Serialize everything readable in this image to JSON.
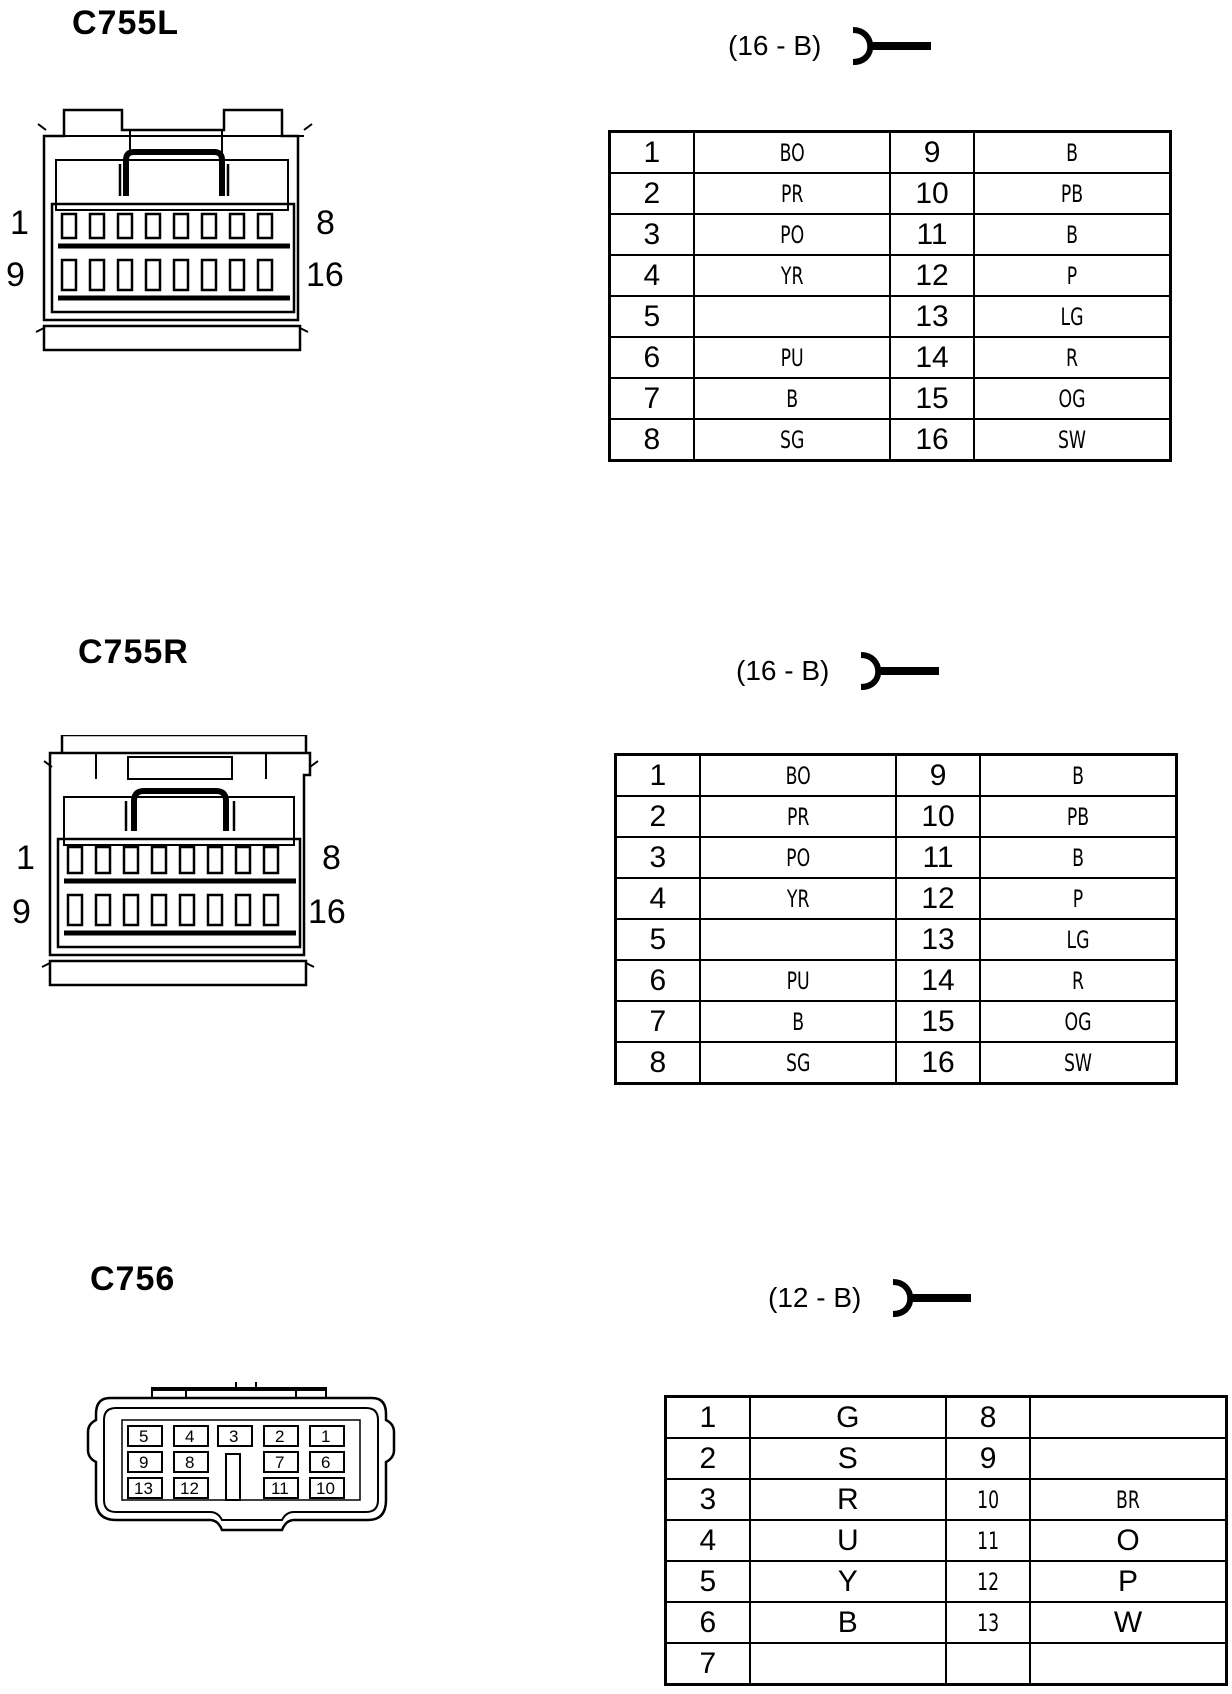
{
  "connectors": [
    {
      "name": "C755L",
      "spec": "(16 - B)",
      "side_labels": {
        "top_left": "1",
        "top_right": "8",
        "bottom_left": "9",
        "bottom_right": "16"
      },
      "pins": [
        [
          "1",
          "BO",
          "9",
          "B"
        ],
        [
          "2",
          "PR",
          "10",
          "PB"
        ],
        [
          "3",
          "PO",
          "11",
          "B"
        ],
        [
          "4",
          "YR",
          "12",
          "P"
        ],
        [
          "5",
          "",
          "13",
          "LG"
        ],
        [
          "6",
          "PU",
          "14",
          "R"
        ],
        [
          "7",
          "B",
          "15",
          "OG"
        ],
        [
          "8",
          "SG",
          "16",
          "SW"
        ]
      ]
    },
    {
      "name": "C755R",
      "spec": "(16 - B)",
      "side_labels": {
        "top_left": "1",
        "top_right": "8",
        "bottom_left": "9",
        "bottom_right": "16"
      },
      "pins": [
        [
          "1",
          "BO",
          "9",
          "B"
        ],
        [
          "2",
          "PR",
          "10",
          "PB"
        ],
        [
          "3",
          "PO",
          "11",
          "B"
        ],
        [
          "4",
          "YR",
          "12",
          "P"
        ],
        [
          "5",
          "",
          "13",
          "LG"
        ],
        [
          "6",
          "PU",
          "14",
          "R"
        ],
        [
          "7",
          "B",
          "15",
          "OG"
        ],
        [
          "8",
          "SG",
          "16",
          "SW"
        ]
      ]
    },
    {
      "name": "C756",
      "spec": "(12 - B)",
      "cavity_labels": [
        "5",
        "4",
        "3",
        "2",
        "1",
        "9",
        "8",
        "7",
        "6",
        "13",
        "12",
        "11",
        "10"
      ],
      "pins": [
        [
          "1",
          "G",
          "8",
          ""
        ],
        [
          "2",
          "S",
          "9",
          ""
        ],
        [
          "3",
          "R",
          "10",
          "BR"
        ],
        [
          "4",
          "U",
          "11",
          "O"
        ],
        [
          "5",
          "Y",
          "12",
          "P"
        ],
        [
          "6",
          "B",
          "13",
          "W"
        ],
        [
          "7",
          "",
          "",
          ""
        ]
      ]
    }
  ]
}
